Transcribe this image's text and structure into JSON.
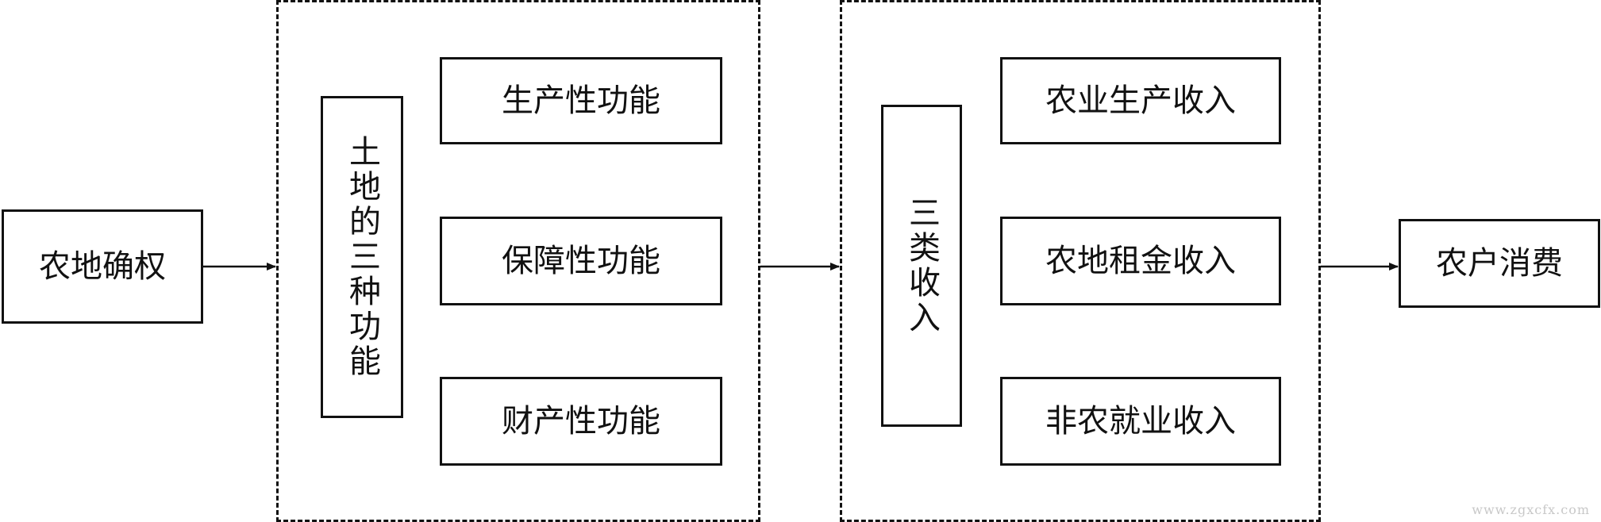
{
  "nodes": {
    "land_rights": "农地确权",
    "land_functions_label": "土地的三种功能",
    "productive_function": "生产性功能",
    "security_function": "保障性功能",
    "property_function": "财产性功能",
    "income_types_label": "三类收入",
    "agri_income": "农业生产收入",
    "rent_income": "农地租金收入",
    "nonfarm_income": "非农就业收入",
    "household_consumption": "农户消费"
  },
  "watermark": "www.zgxcfx.com"
}
